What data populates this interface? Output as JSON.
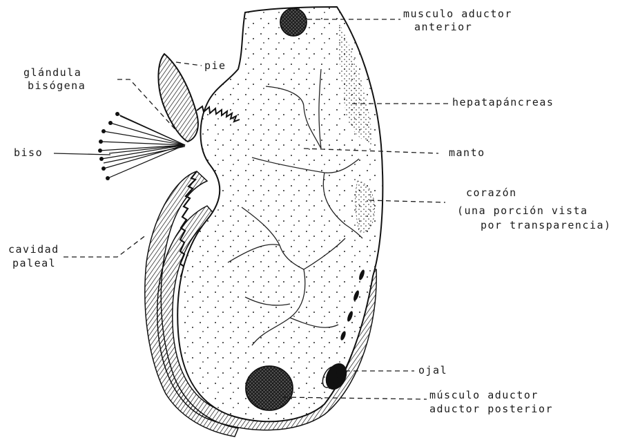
{
  "labels": {
    "musculo_anterior_1": "musculo aductor",
    "musculo_anterior_2": "anterior",
    "pie": "pie",
    "glandula_1": "glándula",
    "glandula_2": "bisógena",
    "hepatopancreas": "hepatapáncreas",
    "biso": "biso",
    "manto": "manto",
    "corazon_1": "corazón",
    "corazon_2": "(una porción vista",
    "corazon_3": "por transparencia)",
    "cavidad_1": "cavidad",
    "cavidad_2": "paleal",
    "ojal": "ojal",
    "musculo_posterior_1": "músculo aductor",
    "musculo_posterior_2": "aductor posterior"
  },
  "colors": {
    "ink": "#111111",
    "paper": "#ffffff",
    "muscle_fill": "#3a3a3a"
  }
}
